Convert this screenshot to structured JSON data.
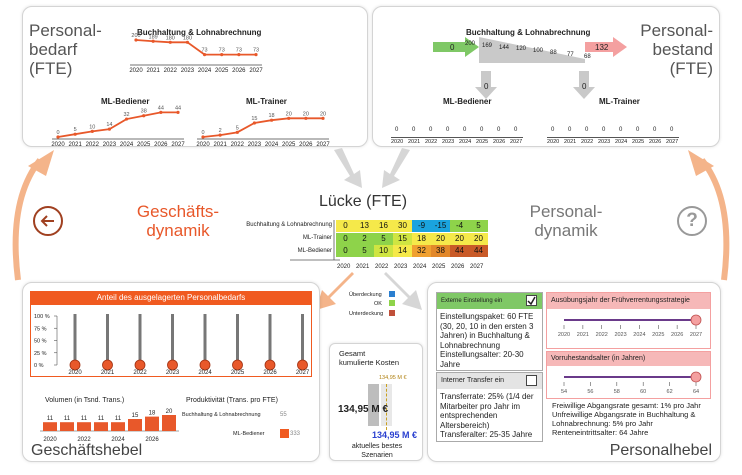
{
  "top_left": {
    "title_lines": [
      "Personal-",
      "bedarf",
      "(FTE)"
    ],
    "charts": [
      {
        "title": "Buchhaltung & Lohnabrechnung",
        "years": [
          "2020",
          "2021",
          "2022",
          "2023",
          "2024",
          "2025",
          "2026",
          "2027"
        ],
        "values": [
          200,
          189,
          180,
          180,
          73,
          73,
          73,
          73
        ]
      },
      {
        "title": "ML-Bediener",
        "years": [
          "2020",
          "2021",
          "2022",
          "2023",
          "2024",
          "2025",
          "2026",
          "2027"
        ],
        "values": [
          0,
          5,
          10,
          14,
          32,
          38,
          44,
          44
        ]
      },
      {
        "title": "ML-Trainer",
        "years": [
          "2020",
          "2021",
          "2022",
          "2023",
          "2024",
          "2025",
          "2026",
          "2027"
        ],
        "values": [
          0,
          2,
          5,
          15,
          18,
          20,
          20,
          20
        ]
      }
    ]
  },
  "top_right": {
    "title_lines": [
      "Personal-",
      "bestand",
      "(FTE)"
    ],
    "chart_title": "Buchhaltung & Lohnabrechnung",
    "in_value": "0",
    "out_value": "132",
    "values": [
      "200",
      "169",
      "144",
      "120",
      "100",
      "88",
      "77",
      "68"
    ],
    "down_value_1": "0",
    "down_value_2": "0",
    "sub1_title": "ML-Bediener",
    "sub2_title": "ML-Trainer",
    "sub1_values": [
      "0",
      "0",
      "0",
      "0",
      "0",
      "0",
      "0",
      "0"
    ],
    "sub2_values": [
      "0",
      "0",
      "0",
      "0",
      "0",
      "0",
      "0",
      "0"
    ],
    "years": [
      "2020",
      "2021",
      "2022",
      "2023",
      "2024",
      "2025",
      "2026",
      "2027"
    ]
  },
  "center": {
    "title": "Lücke (FTE)",
    "left_label_lines": [
      "Geschäfts-",
      "dynamik"
    ],
    "right_label_lines": [
      "Personal-",
      "dynamik"
    ],
    "rows": [
      {
        "label": "Buchhaltung & Lohnabrechnung",
        "values": [
          "0",
          "13",
          "16",
          "30",
          "-9",
          "-15",
          "-4",
          "5"
        ],
        "colors": [
          "#f5e94a",
          "#f5e94a",
          "#f5e94a",
          "#f5e94a",
          "#1aa3de",
          "#1aa3de",
          "#8ed34a",
          "#8ed34a"
        ]
      },
      {
        "label": "ML-Trainer",
        "values": [
          "0",
          "2",
          "5",
          "15",
          "18",
          "20",
          "20",
          "20"
        ],
        "colors": [
          "#8ed34a",
          "#8ed34a",
          "#8ed34a",
          "#cfe542",
          "#f5e94a",
          "#f5e94a",
          "#f5e94a",
          "#f5e94a"
        ]
      },
      {
        "label": "ML-Bediener",
        "values": [
          "0",
          "5",
          "10",
          "14",
          "32",
          "38",
          "44",
          "44"
        ],
        "colors": [
          "#8ed34a",
          "#8ed34a",
          "#cfe542",
          "#f5e94a",
          "#f0a030",
          "#e2882a",
          "#c95a28",
          "#c95a28"
        ]
      }
    ],
    "years": [
      "2020",
      "2021",
      "2022",
      "2023",
      "2024",
      "2025",
      "2026",
      "2027"
    ],
    "legend": [
      {
        "label": "Überdeckung",
        "color": "#2a7fd0"
      },
      {
        "label": "OK",
        "color": "#8ed34a"
      },
      {
        "label": "Unterdeckung",
        "color": "#c0503a"
      }
    ]
  },
  "bottom_left": {
    "footer_title": "Geschäftshebel",
    "slider_header": "Anteil des ausgelagerten Personalbedarfs",
    "y_ticks": [
      "100 %",
      "75 %",
      "50 %",
      "25 %",
      "0 %"
    ],
    "years": [
      "2020",
      "2021",
      "2022",
      "2023",
      "2024",
      "2025",
      "2026",
      "2027"
    ],
    "slider_values": [
      0,
      0,
      0,
      0,
      0,
      0,
      0,
      0
    ],
    "volume_title": "Volumen (in Tsnd. Trans.)",
    "volume_values": [
      "11",
      "11",
      "11",
      "11",
      "11",
      "15",
      "18",
      "20"
    ],
    "volume_years": [
      "2020",
      "2022",
      "2024",
      "2026"
    ],
    "productivity_title": "Produktivität (Trans. pro FTE)",
    "productivity_rows": [
      {
        "label": "Buchhaltung & Lohnabrechnung",
        "value": "55"
      },
      {
        "label": "ML-Bediener",
        "value": "333"
      }
    ]
  },
  "cost": {
    "title_lines": [
      "Gesamt",
      "kumulierte Kosten"
    ],
    "current_value": "134,95 M €",
    "best_value": "134,95 M €",
    "top_value": "134,95 M €",
    "footer_lines": [
      "aktuelles  bestes",
      "Szenarien"
    ]
  },
  "bottom_right": {
    "footer_title": "Personalhebel",
    "external": {
      "header": "Externe Einstellung ein",
      "checked": true,
      "text_lines": [
        "Einstellungspaket: 60 FTE",
        "(30, 20, 10 in den ersten 3",
        "Jahren) in Buchhaltung &",
        "Lohnabrechnung",
        "Einstellungsalter: 20-30",
        "Jahre"
      ]
    },
    "internal": {
      "header": "Interner Transfer ein",
      "checked": false,
      "text_lines": [
        "Transferrate: 25% (1/4 der",
        "Mitarbeiter pro Jahr im",
        "entsprechenden",
        "Altersbereich)",
        "Transferalter: 25-35 Jahre"
      ]
    },
    "early_retirement": {
      "header": "Ausübungsjahr der Frühverrentungsstrategie",
      "ticks": [
        "2020",
        "2021",
        "2022",
        "2023",
        "2024",
        "2025",
        "2026",
        "2027"
      ],
      "value": "2027"
    },
    "retirement_age": {
      "header": "Vorruhestandsalter (in Jahren)",
      "ticks": [
        "54",
        "56",
        "58",
        "60",
        "62",
        "64"
      ],
      "value": "64"
    },
    "text_lines": [
      "Freiwillige Abgangsrate gesamt: 1% pro Jahr",
      "Unfreiwillige Abgangsrate in Buchhaltung &",
      "Lohnabrechnung: 5% pro Jahr",
      "Renteneintrittsalter: 64 Jahre"
    ]
  },
  "colors": {
    "accent": "#e8582a",
    "accent_light": "#f4a56a",
    "gray_arrow": "#cfcfcf",
    "pink_header": "#f6b8b8",
    "green_header": "#7fc866"
  },
  "icons": [
    "back-arrow-icon",
    "help-question-icon"
  ]
}
